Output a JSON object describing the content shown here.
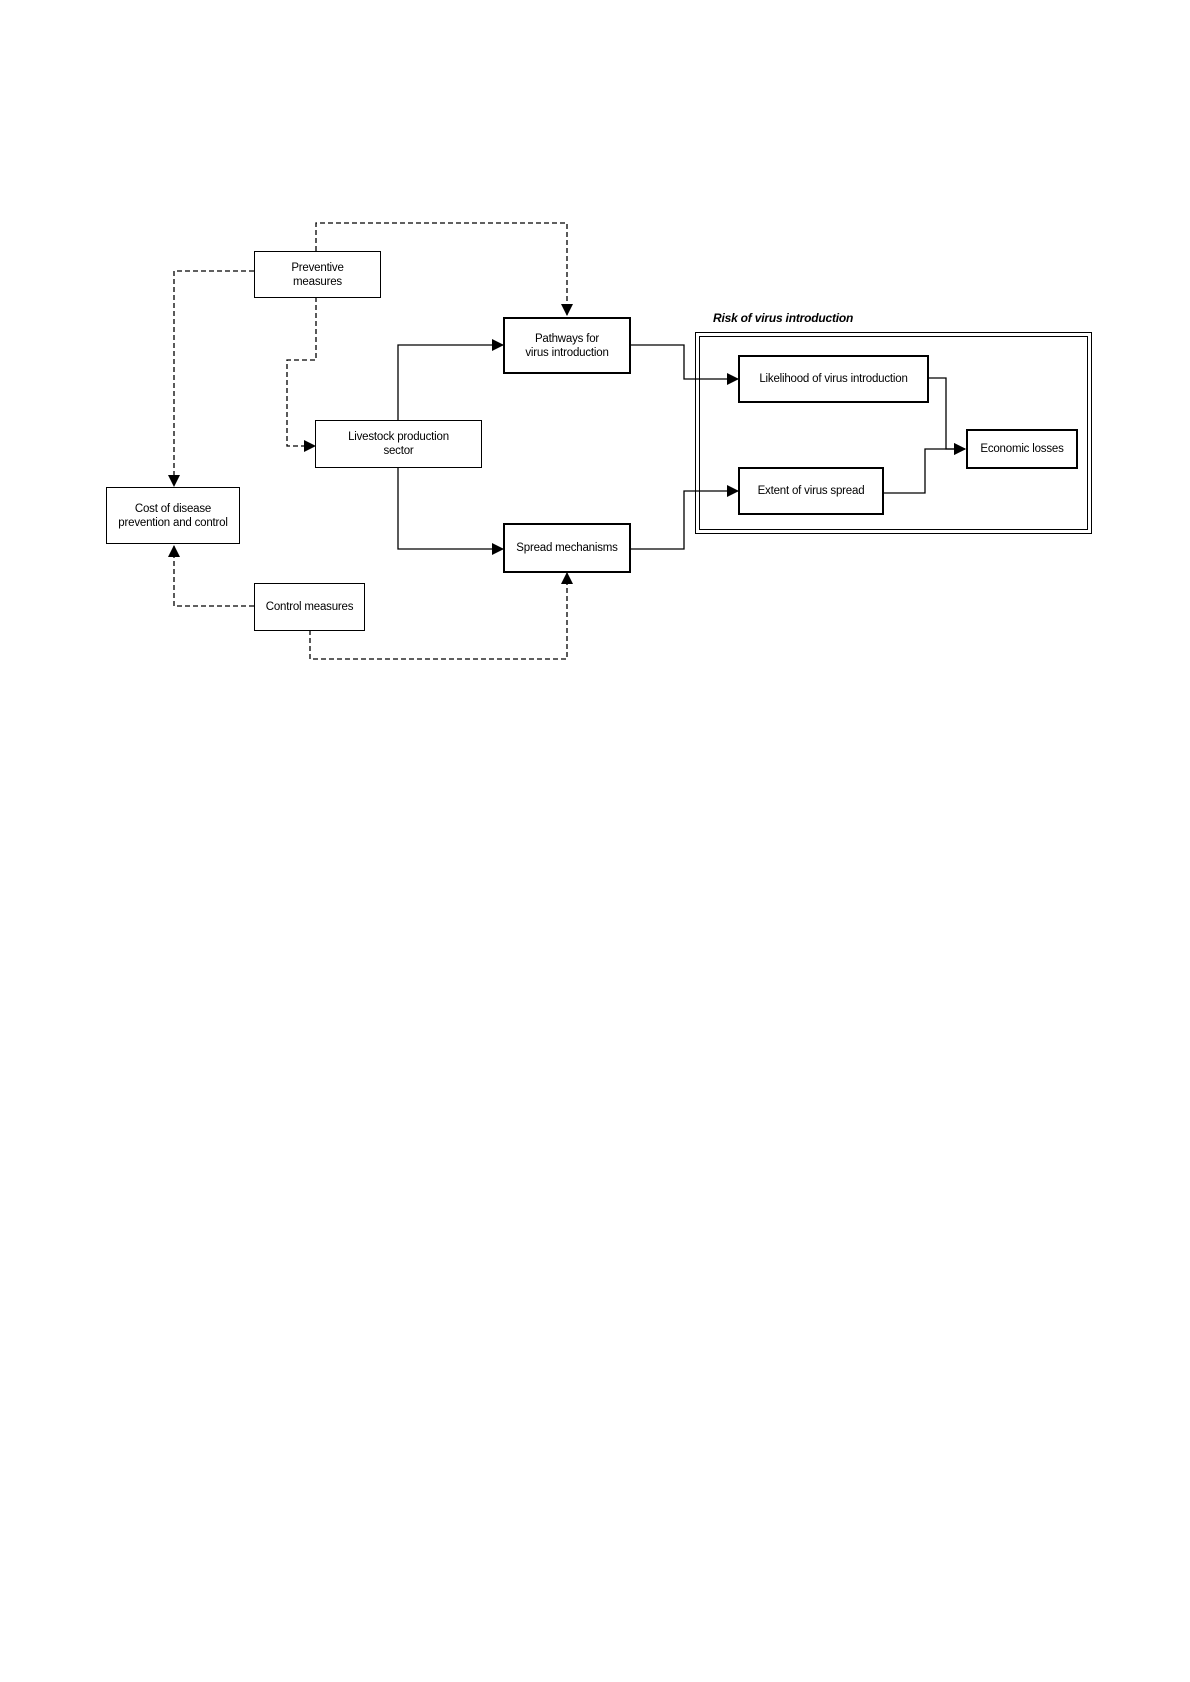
{
  "diagram": {
    "group_title": "Risk of virus introduction",
    "nodes": {
      "preventive": "Preventive\nmeasures",
      "pathways": "Pathways for\nvirus introduction",
      "livestock": "Livestock production\nsector",
      "cost": "Cost of disease\nprevention and control",
      "spread": "Spread mechanisms",
      "control": "Control measures",
      "likelihood": "Likelihood of virus introduction",
      "extent": "Extent of virus spread",
      "economic": "Economic losses"
    },
    "edges": [
      {
        "from": "Preventive measures",
        "to": "Pathways for virus introduction",
        "style": "dashed"
      },
      {
        "from": "Preventive measures",
        "to": "Cost of disease prevention and control",
        "style": "dashed"
      },
      {
        "from": "Preventive measures",
        "to": "Livestock production sector",
        "style": "dashed"
      },
      {
        "from": "Livestock production sector",
        "to": "Pathways for virus introduction",
        "style": "solid"
      },
      {
        "from": "Livestock production sector",
        "to": "Spread mechanisms",
        "style": "solid"
      },
      {
        "from": "Control measures",
        "to": "Cost of disease prevention and control",
        "style": "dashed"
      },
      {
        "from": "Control measures",
        "to": "Spread mechanisms",
        "style": "dashed"
      },
      {
        "from": "Pathways for virus introduction",
        "to": "Likelihood of virus introduction",
        "style": "solid"
      },
      {
        "from": "Spread mechanisms",
        "to": "Extent of virus spread",
        "style": "solid"
      },
      {
        "from": "Likelihood of virus introduction",
        "to": "Economic losses",
        "style": "solid"
      },
      {
        "from": "Extent of virus spread",
        "to": "Economic losses",
        "style": "solid"
      }
    ]
  }
}
